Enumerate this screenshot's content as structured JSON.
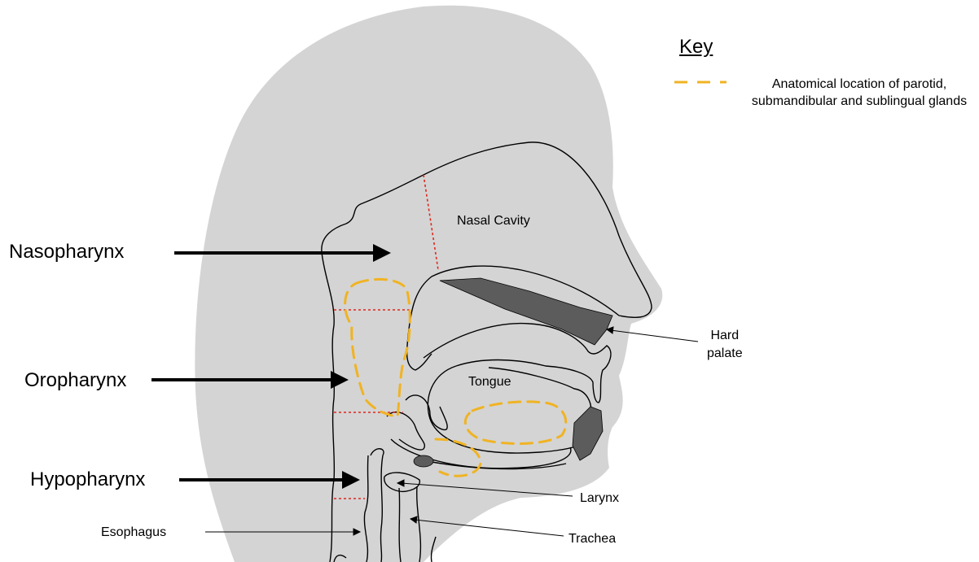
{
  "regions": {
    "nasopharynx": "Nasopharynx",
    "oropharynx": "Oropharynx",
    "hypopharynx": "Hypopharynx"
  },
  "structures": {
    "nasal_cavity": "Nasal Cavity",
    "tongue": "Tongue",
    "hard_palate": "Hard\npalate",
    "larynx": "Larynx",
    "trachea": "Trachea",
    "esophagus": "Esophagus"
  },
  "key": {
    "title": "Key",
    "gland_entry": "Anatomical location of parotid, submandibular and sublingual glands"
  },
  "colors": {
    "head_fill": "#d4d4d4",
    "outline": "#000000",
    "gland_dash": "#f0b323",
    "boundary_dash": "#e0261c",
    "dark_structure": "#5c5c5c"
  }
}
